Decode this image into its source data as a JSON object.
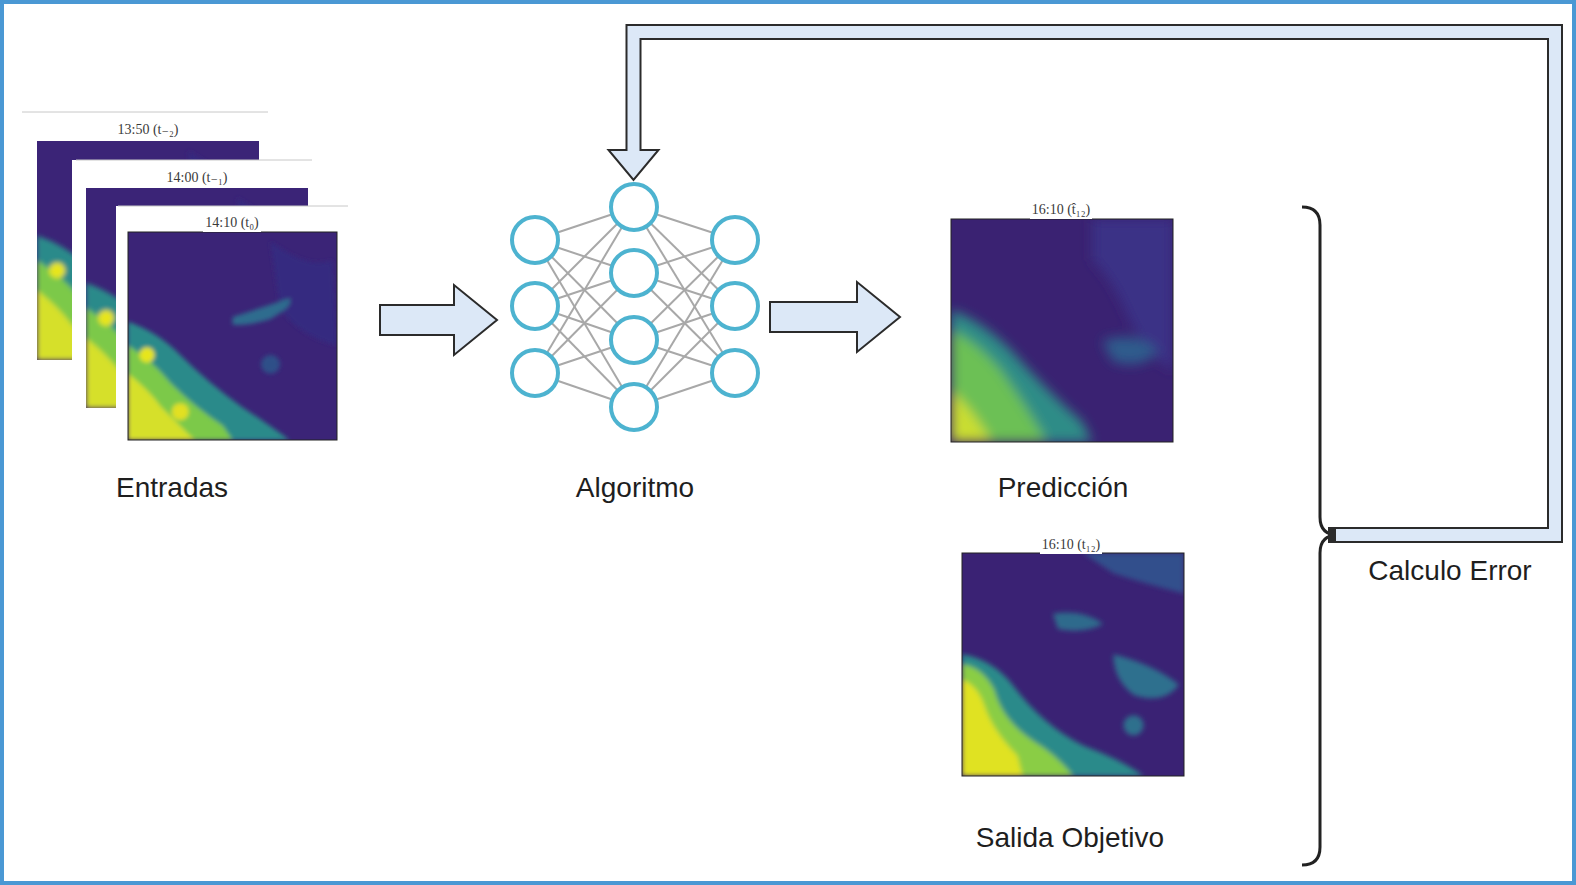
{
  "diagram": {
    "nodes": [
      {
        "text": [
          "13:50 (t₋₂)",
          "14:00 (t₋₁)",
          "14:10 (t₀)",
          "Entradas"
        ]
      },
      {
        "text": [
          "Algoritmo"
        ]
      },
      {
        "text": [
          "16:10 (t̂₁₂)",
          "Predicción"
        ]
      },
      {
        "text": [
          "16:10 (t₁₂)",
          "Salida Objetivo"
        ]
      },
      {
        "text": [
          "Calculo Error"
        ]
      }
    ],
    "edges": [
      {
        "from": 0,
        "to": 1,
        "arrow": "to"
      },
      {
        "from": 1,
        "to": 2,
        "arrow": "to"
      },
      {
        "from": 4,
        "to": 1,
        "arrow": "to"
      }
    ]
  }
}
